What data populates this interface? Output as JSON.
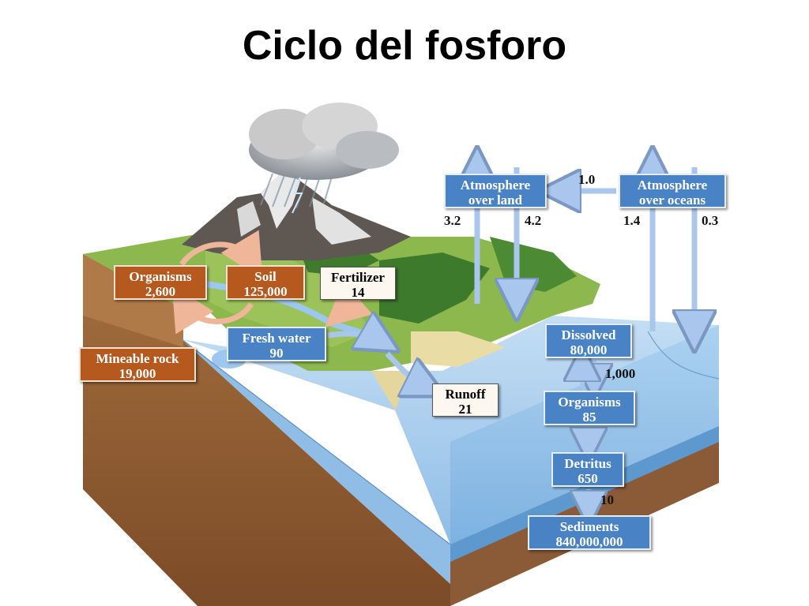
{
  "title": "Ciclo del fosforo",
  "colors": {
    "reservoir_land": "#b5591f",
    "reservoir_water": "#4a83c5",
    "flow_arrow": "#a9c6ec",
    "water": "#a5cdee",
    "soil_layer": "#8b5a36"
  },
  "reservoirs": {
    "organisms_land": {
      "label": "Organisms",
      "value": "2,600"
    },
    "soil": {
      "label": "Soil",
      "value": "125,000"
    },
    "fertilizer": {
      "label": "Fertilizer",
      "value": "14"
    },
    "mineable_rock": {
      "label": "Mineable rock",
      "value": "19,000"
    },
    "fresh_water": {
      "label": "Fresh water",
      "value": "90"
    },
    "runoff": {
      "label": "Runoff",
      "value": "21"
    },
    "atmosphere_land": {
      "label1": "Atmosphere",
      "label2": "over land"
    },
    "atmosphere_oceans": {
      "label1": "Atmosphere",
      "label2": "over oceans"
    },
    "dissolved": {
      "label": "Dissolved",
      "value": "80,000"
    },
    "organisms_ocean": {
      "label": "Organisms",
      "value": "85"
    },
    "detritus": {
      "label": "Detritus",
      "value": "650"
    },
    "sediments": {
      "label": "Sediments",
      "value": "840,000,000"
    }
  },
  "flows": {
    "atmosphere_exchange": "1.0",
    "land_up": "3.2",
    "land_down": "4.2",
    "ocean_up": "1.4",
    "ocean_down": "0.3",
    "dissolved_organisms": "1,000",
    "detritus_sediments": "10"
  }
}
